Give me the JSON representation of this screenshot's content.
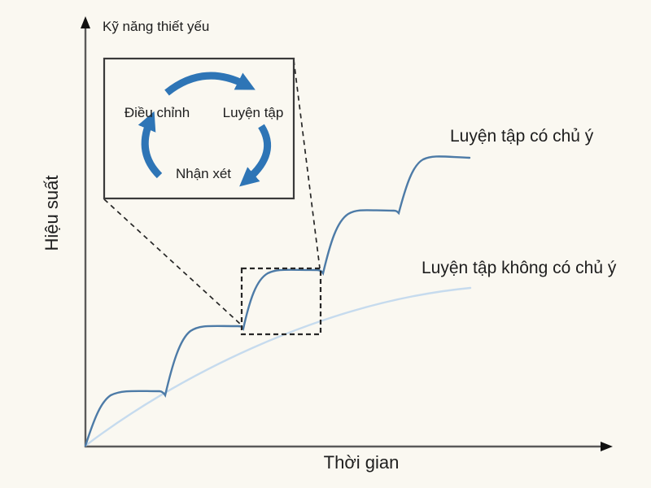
{
  "chart_data": {
    "type": "line",
    "title": "",
    "top_label": "Kỹ năng thiết yếu",
    "xlabel": "Thời gian",
    "ylabel": "Hiệu suất",
    "axes_numeric": false,
    "units": "relative (axes have no tick labels)",
    "xlim": [
      0,
      100
    ],
    "ylim": [
      0,
      100
    ],
    "series": [
      {
        "name": "Luyện tập có chủ ý",
        "shape": "stepped rise with plateaus and small dips",
        "color": "#4d7ba7",
        "x": [
          0,
          5.4,
          14.2,
          14.9,
          22.0,
          29.1,
          29.7,
          36.5,
          44.2,
          44.8,
          53.1,
          58.5,
          59.1,
          64.0,
          72.6
        ],
        "y": [
          0,
          16.3,
          16.8,
          15.6,
          36.7,
          36.9,
          36.2,
          54.0,
          54.3,
          53.3,
          72.6,
          72.6,
          71.9,
          88.4,
          88.9
        ]
      },
      {
        "name": "Luyện tập không có chủ ý",
        "shape": "smooth decelerating curve",
        "color": "#c6dbee",
        "x": [
          0,
          8.5,
          17.7,
          26.9,
          36.2,
          45.4,
          54.6,
          63.8,
          72.8
        ],
        "y": [
          0,
          9.0,
          18.8,
          27.6,
          35.2,
          41.0,
          44.7,
          47.5,
          48.7
        ]
      }
    ],
    "legend_position": "labels next to curves",
    "grid": false
  },
  "labels": {
    "deliberate": "Luyện tập có chủ ý",
    "non_deliberate": "Luyện tập không có chủ ý"
  },
  "inset": {
    "description": "zoomed cycle of one learning step",
    "labels": {
      "adjust": "Điều chỉnh",
      "practice": "Luyện tập",
      "feedback": "Nhận xét"
    },
    "cycle_order": [
      "Luyện tập",
      "Nhận xét",
      "Điều chỉnh"
    ]
  },
  "colors": {
    "background": "#FAF8F1",
    "curve_dark": "#4d7ba7",
    "curve_light": "#c6dbee",
    "cycle_arrow": "#2E75B6",
    "axis": "#5a5a5a",
    "dashed": "#262626",
    "text": "#1e1e1e"
  }
}
